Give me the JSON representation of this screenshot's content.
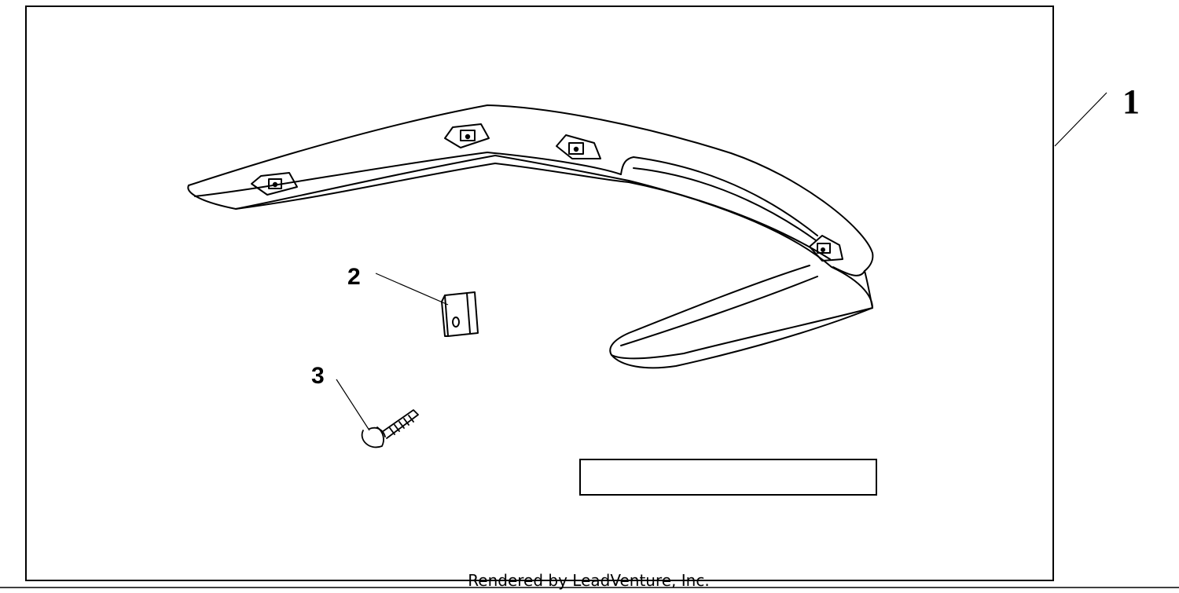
{
  "callouts": {
    "part_1": "1",
    "part_2": "2",
    "part_3": "3"
  },
  "footer": {
    "text": "Rendered by LeadVenture, Inc."
  },
  "colors": {
    "line": "#000000",
    "background": "#ffffff"
  }
}
